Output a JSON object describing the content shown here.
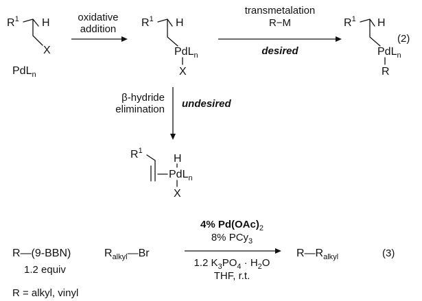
{
  "reaction2": {
    "number": "(2)",
    "start": {
      "r": "R",
      "r_sup": "1",
      "h": "H",
      "x": "X",
      "catalyst": "PdL",
      "catalyst_sub": "n"
    },
    "step1": {
      "line1": "oxidative",
      "line2": "addition"
    },
    "intermediate": {
      "r": "R",
      "r_sup": "1",
      "h": "H",
      "pd": "PdL",
      "pd_sub": "n",
      "x": "X"
    },
    "step2": {
      "line1": "transmetalation",
      "line2": "R−M",
      "line3": "desired"
    },
    "product": {
      "r": "R",
      "r_sup": "1",
      "h": "H",
      "pd": "PdL",
      "pd_sub": "n",
      "r2": "R"
    },
    "step3": {
      "line1": "β-hydride",
      "line2": "elimination",
      "side": "undesired"
    },
    "side_product": {
      "r": "R",
      "r_sup": "1",
      "h": "H",
      "pd": "PdL",
      "pd_sub": "n",
      "x": "X"
    }
  },
  "reaction3": {
    "number": "(3)",
    "reagent1": "R—(9-BBN)",
    "reagent1_equiv": "1.2 equiv",
    "reagent2_prefix": "R",
    "reagent2_sub": "alkyl",
    "reagent2_suffix": "—Br",
    "cond_line1_prefix": "4% Pd(OAc)",
    "cond_line1_sub": "2",
    "cond_line2_prefix": "8% PCy",
    "cond_line2_sub": "3",
    "cond_line3_a": "1.2 K",
    "cond_line3_sub1": "3",
    "cond_line3_b": "PO",
    "cond_line3_sub2": "4",
    "cond_line3_c": " · H",
    "cond_line3_sub3": "2",
    "cond_line3_d": "O",
    "cond_line4": "THF, r.t.",
    "product_prefix": "R—R",
    "product_sub": "alkyl",
    "r_definition": "R = alkyl, vinyl"
  }
}
